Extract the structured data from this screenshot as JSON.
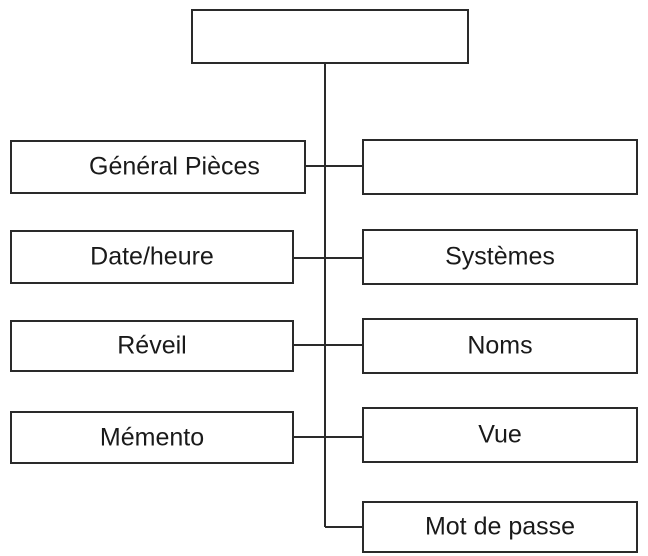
{
  "diagram": {
    "root": {
      "label": ""
    },
    "left_items": [
      {
        "id": "general-pieces",
        "label": "Général Pièces"
      },
      {
        "id": "date-heure",
        "label": "Date/heure"
      },
      {
        "id": "reveil",
        "label": "Réveil"
      },
      {
        "id": "memento",
        "label": "Mémento"
      }
    ],
    "right_items": [
      {
        "id": "right-empty",
        "label": ""
      },
      {
        "id": "systemes",
        "label": "Systèmes"
      },
      {
        "id": "noms",
        "label": "Noms"
      },
      {
        "id": "vue",
        "label": "Vue"
      },
      {
        "id": "mot-de-passe",
        "label": "Mot de passe"
      }
    ],
    "colors": {
      "line": "#2a2a2a",
      "text": "#1a1a1a",
      "background": "#ffffff"
    }
  }
}
